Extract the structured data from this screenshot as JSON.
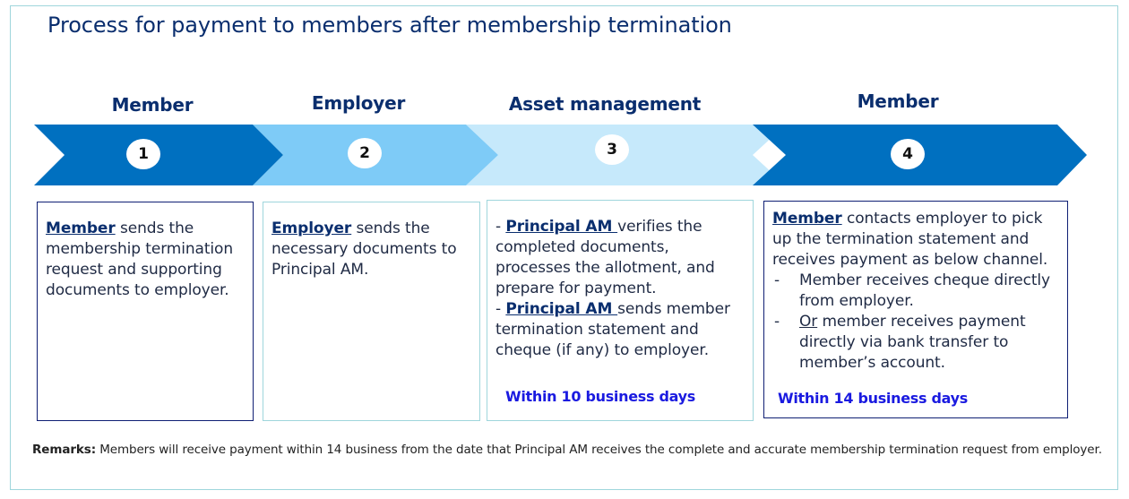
{
  "title": "Process for payment to members after membership termination",
  "stages": [
    {
      "label": "Member",
      "number": "1",
      "color": "#0070c0"
    },
    {
      "label": "Employer",
      "number": "2",
      "color": "#7ecbf7"
    },
    {
      "label": "Asset management",
      "number": "3",
      "color": "#c6e9fb"
    },
    {
      "label": "Member",
      "number": "4",
      "color": "#0070c0"
    }
  ],
  "boxes": {
    "b1": {
      "actor": "Member",
      "text": " sends the membership termination request and supporting documents to employer."
    },
    "b2": {
      "actor": "Employer",
      "text": " sends the necessary documents to Principal AM."
    },
    "b3": {
      "line1_prefix": "- ",
      "line1_actor": "Principal AM ",
      "line1_text": "verifies the completed documents, processes the allotment, and prepare for payment.",
      "line2_prefix": "- ",
      "line2_actor": "Principal AM ",
      "line2_text": "sends member termination statement and cheque (if any) to employer.",
      "deadline": "Within 10  business days"
    },
    "b4": {
      "actor": "Member",
      "text": " contacts employer to pick up the termination statement and receives payment as below channel.",
      "bullet_mark": "-",
      "bullet1": "Member receives cheque directly from employer.",
      "bullet2_em": "Or",
      "bullet2_text": " member receives payment directly via bank transfer to member’s account.",
      "deadline": "Within 14  business days"
    }
  },
  "remarks": {
    "label": "Remarks:",
    "text": " Members will receive payment within 14 business from the date that Principal AM receives the complete and accurate membership termination request from employer."
  }
}
